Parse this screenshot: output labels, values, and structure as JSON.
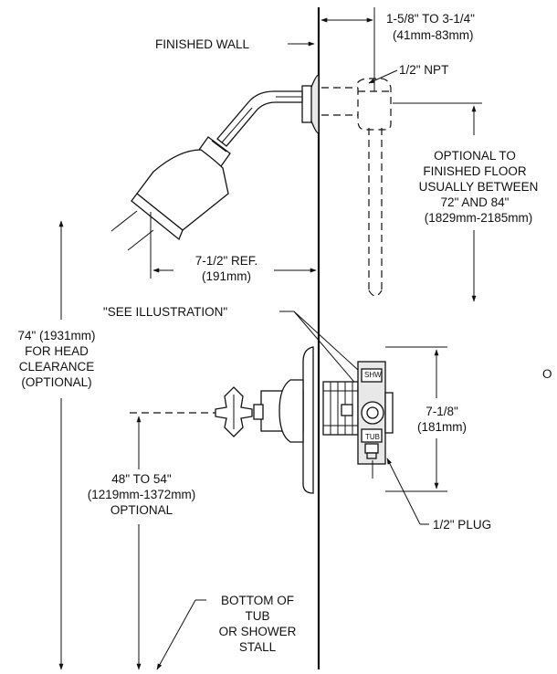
{
  "labels": {
    "finished_wall": "FINISHED WALL",
    "offset_range": "1-5/8\" TO 3-1/4\"",
    "offset_range_mm": "(41mm-83mm)",
    "npt": "1/2\" NPT",
    "optional_floor_1": "OPTIONAL TO",
    "optional_floor_2": "FINISHED FLOOR",
    "optional_floor_3": "USUALLY BETWEEN",
    "optional_floor_4": "72\" AND 84\"",
    "optional_floor_5": "(1829mm-2185mm)",
    "ref_length": "7-1/2\" REF.",
    "ref_length_mm": "(191mm)",
    "see_illustration": "\"SEE ILLUSTRATION\"",
    "head_clearance_1": "74\" (1931mm)",
    "head_clearance_2": "FOR HEAD",
    "head_clearance_3": "CLEARANCE",
    "head_clearance_4": "(OPTIONAL)",
    "valve_height": "7-1/8\"",
    "valve_height_mm": "(181mm)",
    "cut_off_letter": "O",
    "handle_height_1": "48\" TO 54\"",
    "handle_height_2": "(1219mm-1372mm)",
    "handle_height_3": "OPTIONAL",
    "plug": "1/2\" PLUG",
    "tub_1": "BOTTOM OF",
    "tub_2": "TUB",
    "tub_3": "OR SHOWER",
    "tub_4": "STALL",
    "valve_shw": "SHW",
    "valve_tub": "TUB"
  }
}
